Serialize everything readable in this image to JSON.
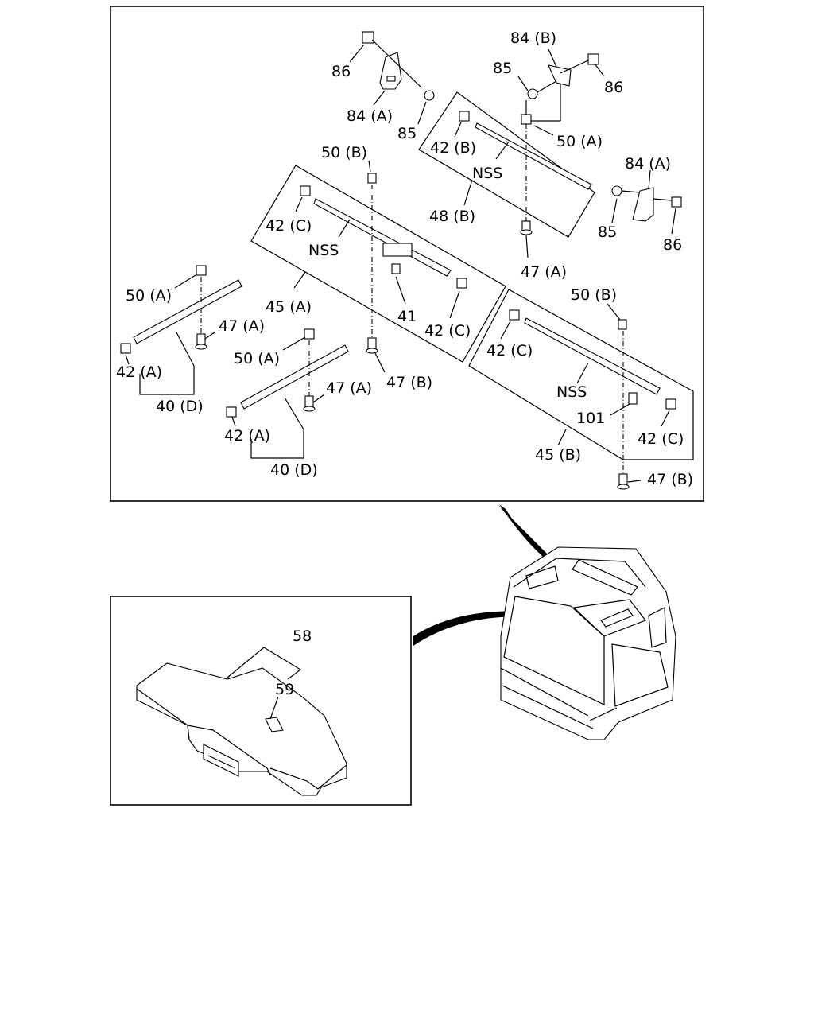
{
  "labels": {
    "l86a": "86",
    "l84b": "84 (B)",
    "l85a": "85",
    "l86b": "86",
    "l84a1": "84 (A)",
    "l85b": "85",
    "l50a1": "50 (A)",
    "l42b": "42 (B)",
    "l50b1": "50 (B)",
    "lnss1": "NSS",
    "l84a2": "84 (A)",
    "l48b": "48 (B)",
    "l85c": "85",
    "l86c": "86",
    "l42c1": "42 (C)",
    "lnss2": "NSS",
    "l47a1": "47 (A)",
    "l50a2": "50 (A)",
    "l45a": "45 (A)",
    "l41": "41",
    "l42c2": "42 (C)",
    "l50b2": "50 (B)",
    "l47a2": "47 (A)",
    "l42c3": "42 (C)",
    "l50a3": "50 (A)",
    "l42a1": "42 (A)",
    "l47b1": "47 (B)",
    "l47a3": "47 (A)",
    "lnss3": "NSS",
    "l40d1": "40 (D)",
    "l101": "101",
    "l42c4": "42 (C)",
    "l42a2": "42 (A)",
    "l45b": "45 (B)",
    "l40d2": "40 (D)",
    "l47b2": "47 (B)",
    "l58": "58",
    "l59": "59"
  }
}
